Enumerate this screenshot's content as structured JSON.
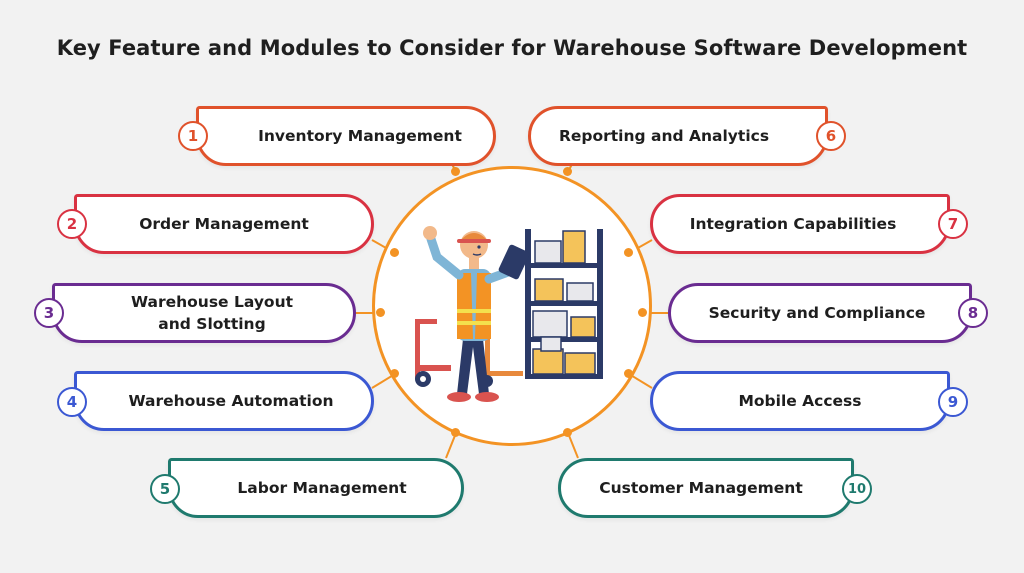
{
  "title": "Key Feature and Modules to Consider for Warehouse Software Development",
  "colors": {
    "accent_orange": "#f39324",
    "red_orange": "#e0522b",
    "crimson": "#d93242",
    "purple": "#6a2c91",
    "blue": "#3b58d3",
    "teal": "#1f7a6e"
  },
  "features": [
    {
      "number": "1",
      "label": "Inventory Management"
    },
    {
      "number": "2",
      "label": "Order Management"
    },
    {
      "number": "3",
      "label": "Warehouse Layout\nand Slotting"
    },
    {
      "number": "4",
      "label": "Warehouse Automation"
    },
    {
      "number": "5",
      "label": "Labor Management"
    },
    {
      "number": "6",
      "label": "Reporting and Analytics"
    },
    {
      "number": "7",
      "label": "Integration Capabilities"
    },
    {
      "number": "8",
      "label": "Security and Compliance"
    },
    {
      "number": "9",
      "label": "Mobile Access"
    },
    {
      "number": "10",
      "label": "Customer Management"
    }
  ],
  "illustration": "warehouse-worker-with-tablet-illustration"
}
